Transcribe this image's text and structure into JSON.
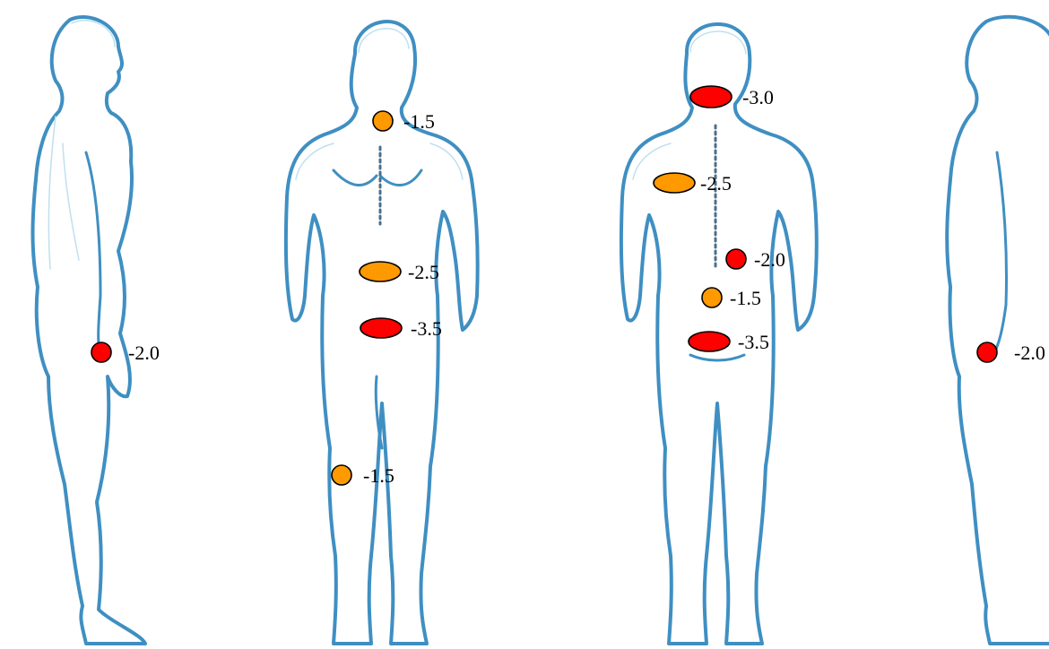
{
  "colors": {
    "severe": "#ff0000",
    "moderate": "#ff9900",
    "outline": "#3f8fc2"
  },
  "figures": [
    {
      "view": "side-left",
      "markers": [
        {
          "id": "side-left-hand",
          "value": "-2.0",
          "level": "severe",
          "shape": "circle"
        }
      ]
    },
    {
      "view": "front",
      "markers": [
        {
          "id": "front-neck",
          "value": "-1.5",
          "level": "moderate",
          "shape": "circle"
        },
        {
          "id": "front-abdomen",
          "value": "-2.5",
          "level": "moderate",
          "shape": "ellipse"
        },
        {
          "id": "front-pelvis",
          "value": "-3.5",
          "level": "severe",
          "shape": "ellipse"
        },
        {
          "id": "front-knee",
          "value": "-1.5",
          "level": "moderate",
          "shape": "circle"
        }
      ]
    },
    {
      "view": "back",
      "markers": [
        {
          "id": "back-neck",
          "value": "-3.0",
          "level": "severe",
          "shape": "ellipse"
        },
        {
          "id": "back-shoulder",
          "value": "-2.5",
          "level": "moderate",
          "shape": "ellipse"
        },
        {
          "id": "back-lower-back",
          "value": "-2.0",
          "level": "severe",
          "shape": "circle"
        },
        {
          "id": "back-lumbar",
          "value": "-1.5",
          "level": "moderate",
          "shape": "circle"
        },
        {
          "id": "back-sacrum",
          "value": "-3.5",
          "level": "severe",
          "shape": "ellipse"
        }
      ]
    },
    {
      "view": "side-right",
      "markers": [
        {
          "id": "side-right-hand",
          "value": "-2.0",
          "level": "severe",
          "shape": "circle"
        }
      ]
    }
  ]
}
